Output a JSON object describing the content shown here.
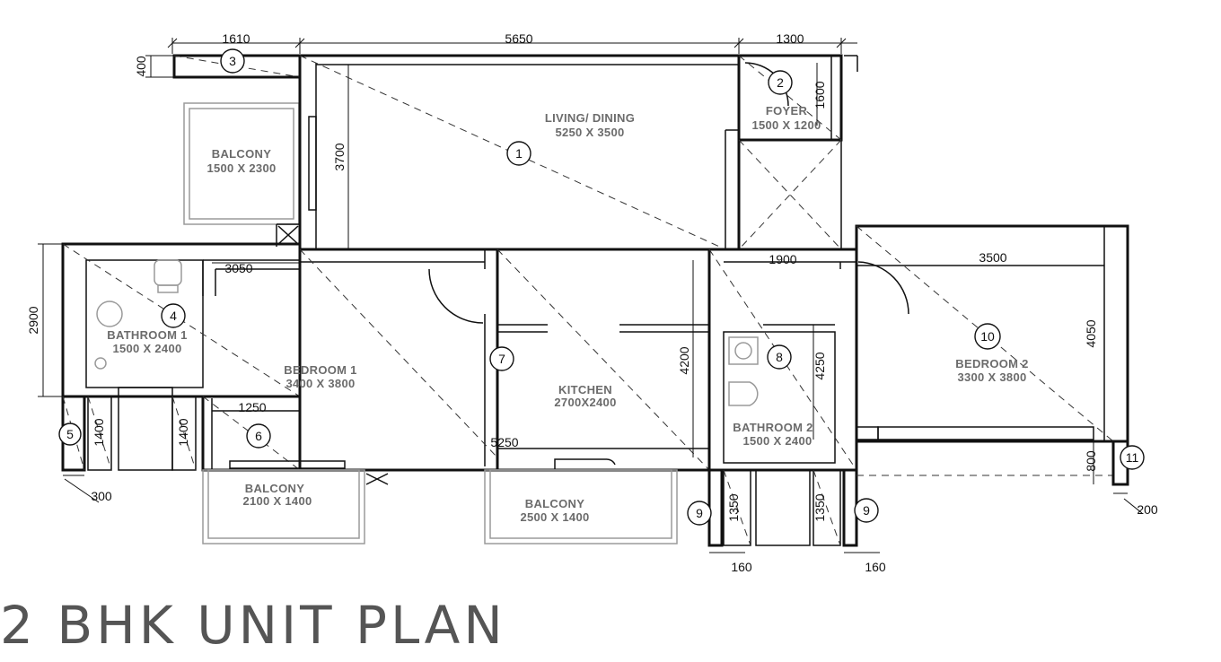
{
  "title": "2 BHK UNIT PLAN",
  "rooms": {
    "living": {
      "name": "LIVING/ DINING",
      "size": "5250 X 3500"
    },
    "foyer": {
      "name": "FOYER",
      "size": "1500 X 1200"
    },
    "balcony_top": {
      "name": "BALCONY",
      "size": "1500 X 2300"
    },
    "bathroom1": {
      "name": "BATHROOM 1",
      "size": "1500 X 2400"
    },
    "bedroom1": {
      "name": "BEDROOM 1",
      "size": "3400 X 3800"
    },
    "kitchen": {
      "name": "KITCHEN",
      "size": "2700X2400"
    },
    "bathroom2": {
      "name": "BATHROOM 2",
      "size": "1500 X 2400"
    },
    "bedroom2": {
      "name": "BEDROOM 2",
      "size": "3300 X 3800"
    },
    "balcony_b1": {
      "name": "BALCONY",
      "size": "2100 X 1400"
    },
    "balcony_k": {
      "name": "BALCONY",
      "size": "2500 X 1400"
    }
  },
  "dimensions": {
    "d1610": "1610",
    "d5650": "5650",
    "d1300": "1300",
    "d400": "400",
    "d1600": "1600",
    "d3700": "3700",
    "d3050": "3050",
    "d2900": "2900",
    "d1900": "1900",
    "d3500": "3500",
    "d4200": "4200",
    "d4250": "4250",
    "d4050": "4050",
    "d1250": "1250",
    "d5250": "5250",
    "d1400a": "1400",
    "d1400b": "1400",
    "d300": "300",
    "d800": "800",
    "d200": "200",
    "d1350a": "1350",
    "d1350b": "1350",
    "d160a": "160",
    "d160b": "160"
  },
  "tags": {
    "t1": "1",
    "t2": "2",
    "t3": "3",
    "t4": "4",
    "t5": "5",
    "t6": "6",
    "t7": "7",
    "t8": "8",
    "t9a": "9",
    "t9b": "9",
    "t10": "10",
    "t11": "11"
  }
}
